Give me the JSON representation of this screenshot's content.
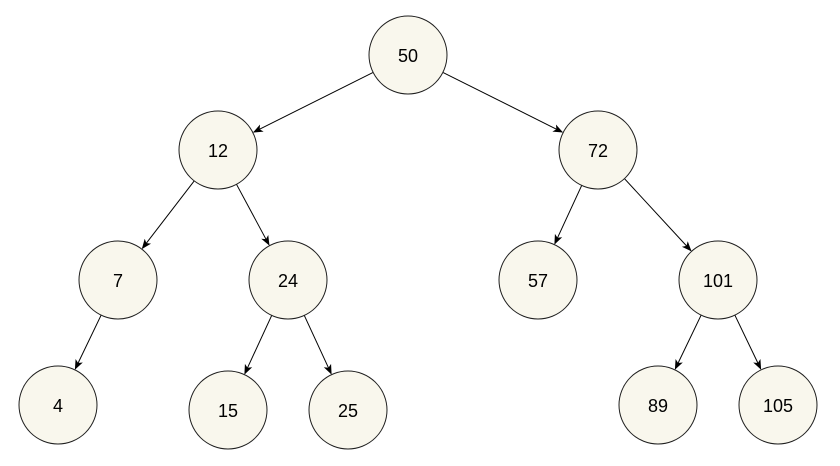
{
  "tree": {
    "nodes": [
      {
        "id": "n50",
        "label": "50"
      },
      {
        "id": "n12",
        "label": "12"
      },
      {
        "id": "n72",
        "label": "72"
      },
      {
        "id": "n7",
        "label": "7"
      },
      {
        "id": "n24",
        "label": "24"
      },
      {
        "id": "n57",
        "label": "57"
      },
      {
        "id": "n101",
        "label": "101"
      },
      {
        "id": "n4",
        "label": "4"
      },
      {
        "id": "n15",
        "label": "15"
      },
      {
        "id": "n25",
        "label": "25"
      },
      {
        "id": "n89",
        "label": "89"
      },
      {
        "id": "n105",
        "label": "105"
      }
    ],
    "edges": [
      {
        "from": "n50",
        "to": "n12"
      },
      {
        "from": "n50",
        "to": "n72"
      },
      {
        "from": "n12",
        "to": "n7"
      },
      {
        "from": "n12",
        "to": "n24"
      },
      {
        "from": "n72",
        "to": "n57"
      },
      {
        "from": "n72",
        "to": "n101"
      },
      {
        "from": "n7",
        "to": "n4"
      },
      {
        "from": "n24",
        "to": "n15"
      },
      {
        "from": "n24",
        "to": "n25"
      },
      {
        "from": "n101",
        "to": "n89"
      },
      {
        "from": "n101",
        "to": "n105"
      }
    ],
    "colors": {
      "node_fill": "#f9f7ed",
      "node_stroke": "#1f1f1f",
      "edge": "#000000",
      "text": "#000000"
    }
  }
}
